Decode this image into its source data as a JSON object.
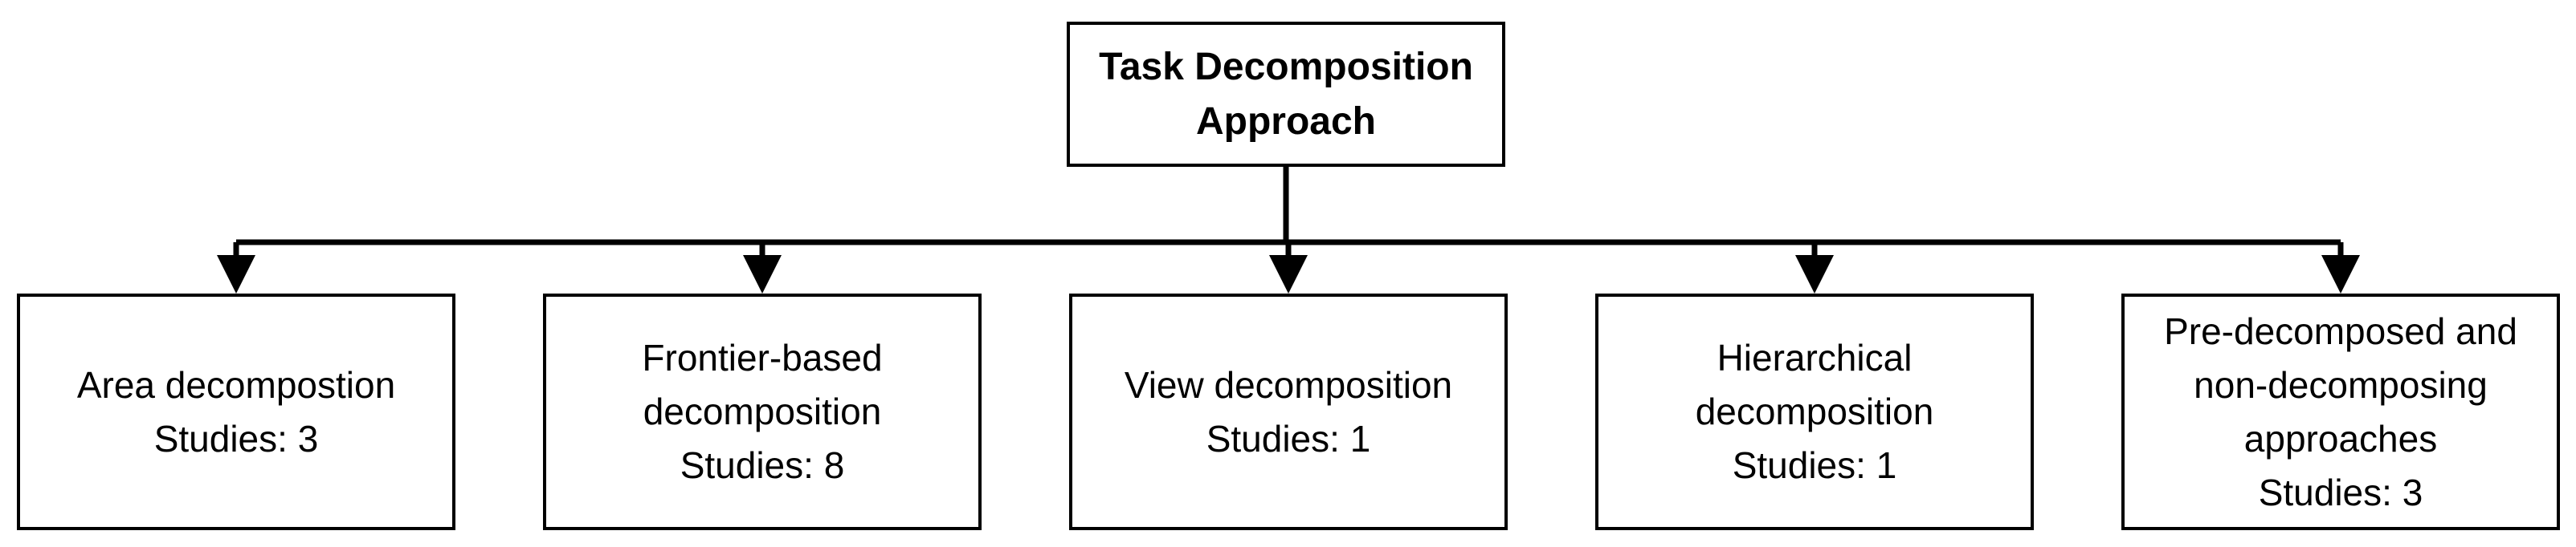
{
  "root": {
    "lines": [
      "Task Decomposition",
      "Approach"
    ]
  },
  "children": [
    {
      "lines": [
        "Area decompostion",
        "Studies: 3"
      ]
    },
    {
      "lines": [
        "Frontier-based",
        "decomposition",
        "Studies: 8"
      ]
    },
    {
      "lines": [
        "View decomposition",
        "Studies: 1"
      ]
    },
    {
      "lines": [
        "Hierarchical",
        "decomposition",
        "Studies: 1"
      ]
    },
    {
      "lines": [
        "Pre-decomposed and",
        "non-decomposing",
        "approaches",
        "Studies: 3"
      ]
    }
  ]
}
